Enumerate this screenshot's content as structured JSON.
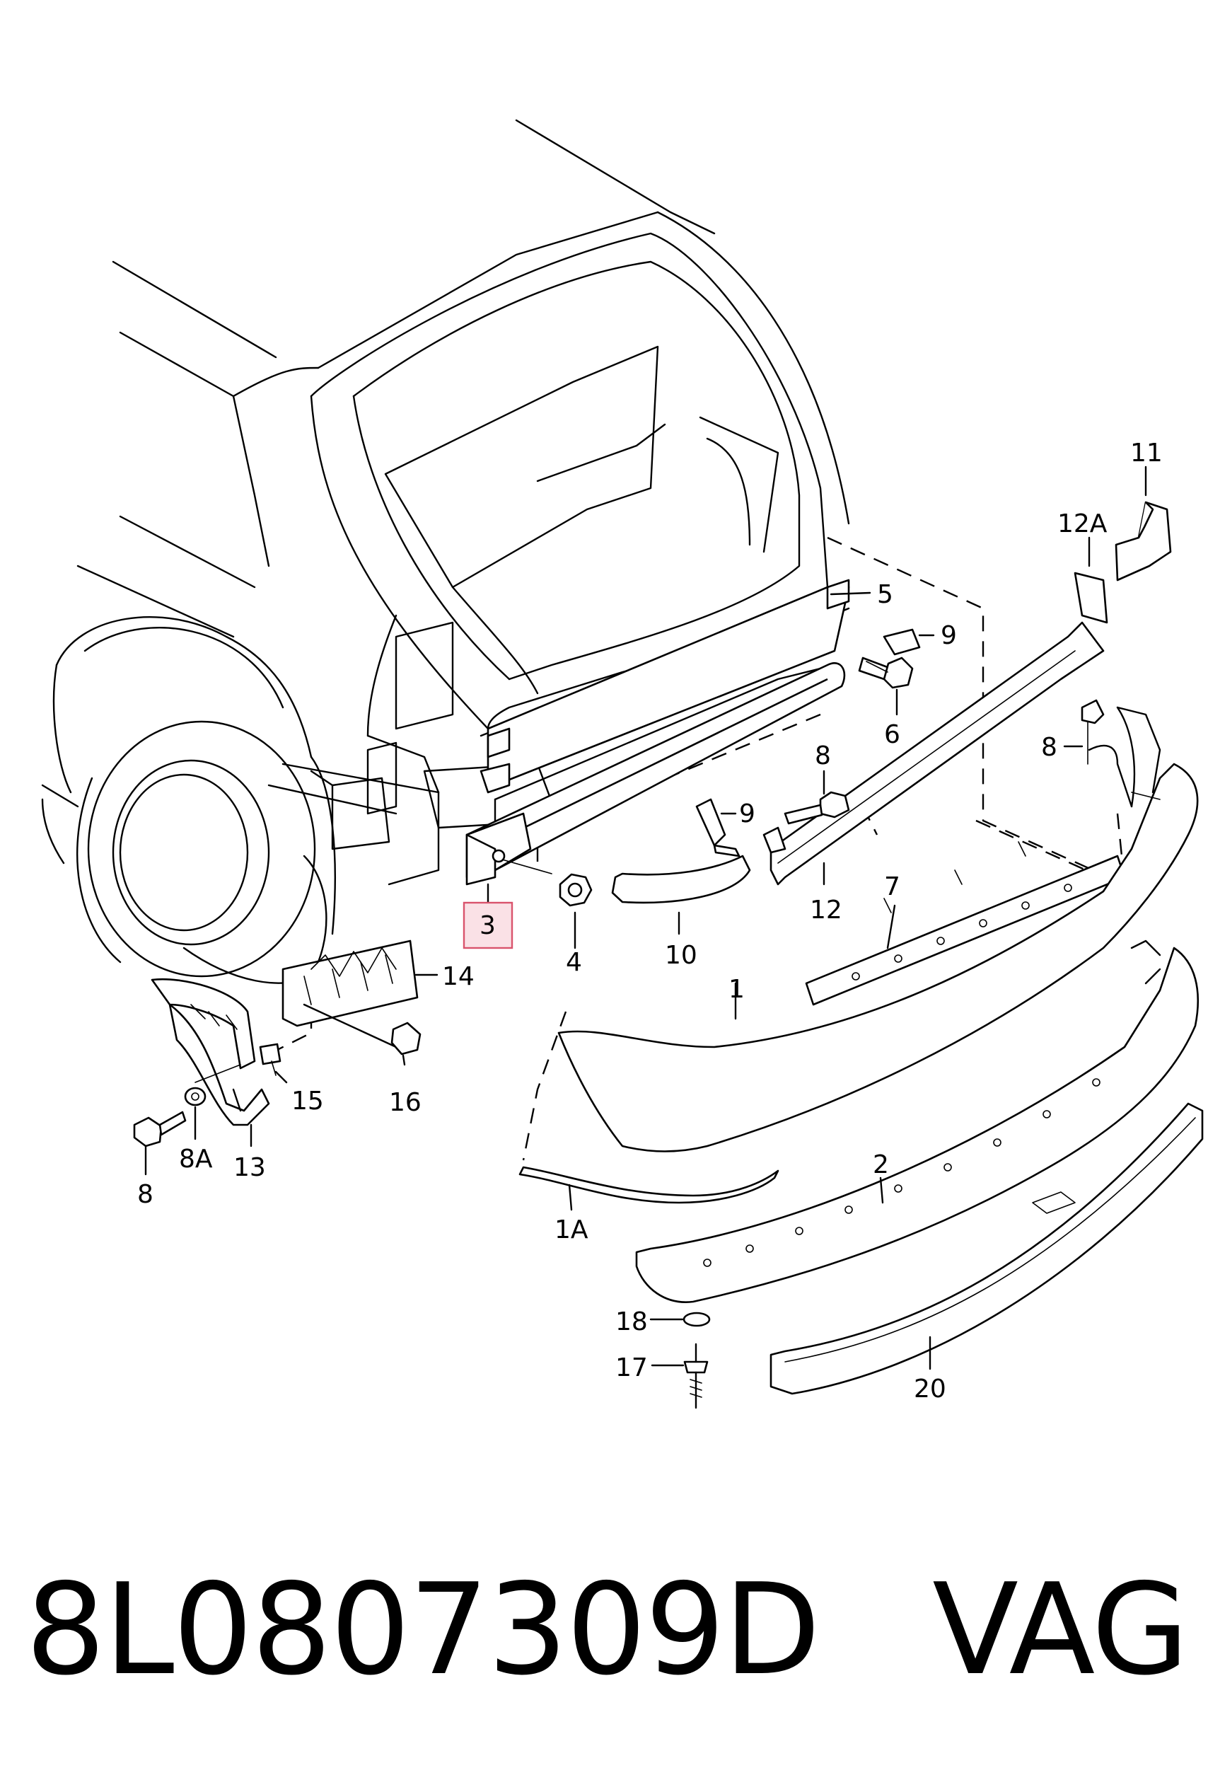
{
  "diagram": {
    "highlight_color": "#d9536c",
    "callouts": [
      {
        "id": "c-11",
        "text": "11"
      },
      {
        "id": "c-12a",
        "text": "12A"
      },
      {
        "id": "c-5",
        "text": "5"
      },
      {
        "id": "c-9a",
        "text": "9"
      },
      {
        "id": "c-6",
        "text": "6"
      },
      {
        "id": "c-8a",
        "text": "8"
      },
      {
        "id": "c-8b",
        "text": "8"
      },
      {
        "id": "c-9b",
        "text": "9"
      },
      {
        "id": "c-7",
        "text": "7"
      },
      {
        "id": "c-12",
        "text": "12"
      },
      {
        "id": "c-10",
        "text": "10"
      },
      {
        "id": "c-3",
        "text": "3"
      },
      {
        "id": "c-4",
        "text": "4"
      },
      {
        "id": "c-14",
        "text": "14"
      },
      {
        "id": "c-1",
        "text": "1"
      },
      {
        "id": "c-15",
        "text": "15"
      },
      {
        "id": "c-16",
        "text": "16"
      },
      {
        "id": "c-8c",
        "text": "8"
      },
      {
        "id": "c-8A",
        "text": "8A"
      },
      {
        "id": "c-13",
        "text": "13"
      },
      {
        "id": "c-2",
        "text": "2"
      },
      {
        "id": "c-1A",
        "text": "1A"
      },
      {
        "id": "c-18",
        "text": "18"
      },
      {
        "id": "c-17",
        "text": "17"
      },
      {
        "id": "c-20",
        "text": "20"
      }
    ]
  },
  "footer": {
    "part_number": "8L0807309D",
    "brand": "VAG"
  }
}
